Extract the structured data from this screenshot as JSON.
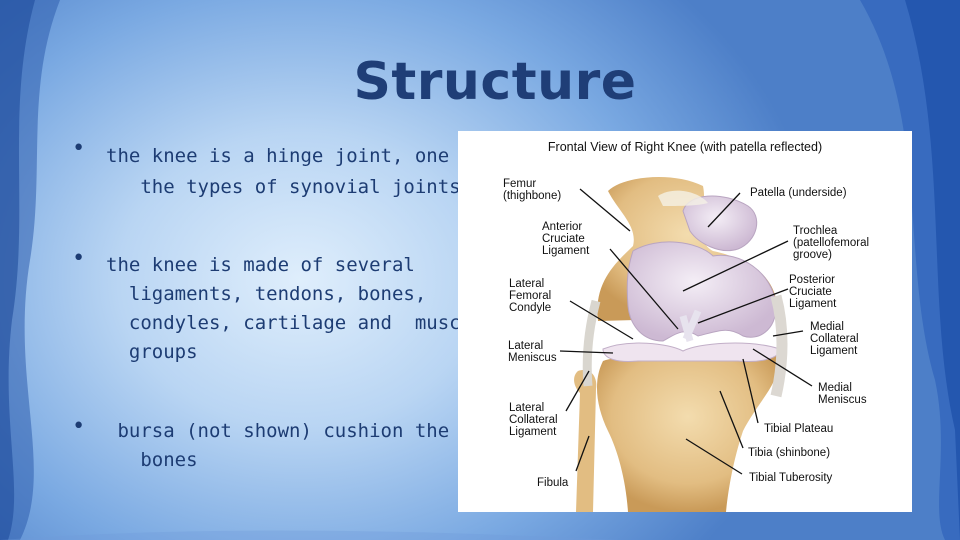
{
  "slide": {
    "title": "Structure",
    "bullets": [
      {
        "line1": "the knee is a hinge joint, one of",
        "line2": "   the types of synovial joints"
      },
      {
        "line1": "the knee is made of several",
        "line2": "  ligaments, tendons, bones,",
        "line3": "  condyles, cartilage and  muscle",
        "line4": "  groups"
      },
      {
        "line1": " bursa (not shown) cushion the",
        "line2": "   bones"
      }
    ]
  },
  "figure": {
    "title": "Frontal View of Right Knee (with patella reflected)",
    "labels": {
      "femur": "Femur\n(thighbone)",
      "acl": "Anterior\nCruciate\nLigament",
      "lat_fem_condyle": "Lateral\nFemoral\nCondyle",
      "lat_meniscus": "Lateral\nMeniscus",
      "lcl": "Lateral\nCollateral\nLigament",
      "fibula": "Fibula",
      "patella": "Patella (underside)",
      "trochlea": "Trochlea\n(patellofemoral\ngroove)",
      "pcl": "Posterior\nCruciate\nLigament",
      "mcl": "Medial\nCollateral\nLigament",
      "med_meniscus": "Medial\nMeniscus",
      "tibial_plateau": "Tibial Plateau",
      "tibia": "Tibia (shinbone)",
      "tibial_tuberosity": "Tibial Tuberosity"
    }
  },
  "colors": {
    "title": "#1f3e77",
    "bullet_text": "#1d3c73",
    "bone": "#e6c48e",
    "cartilage": "#e3d6e6"
  }
}
